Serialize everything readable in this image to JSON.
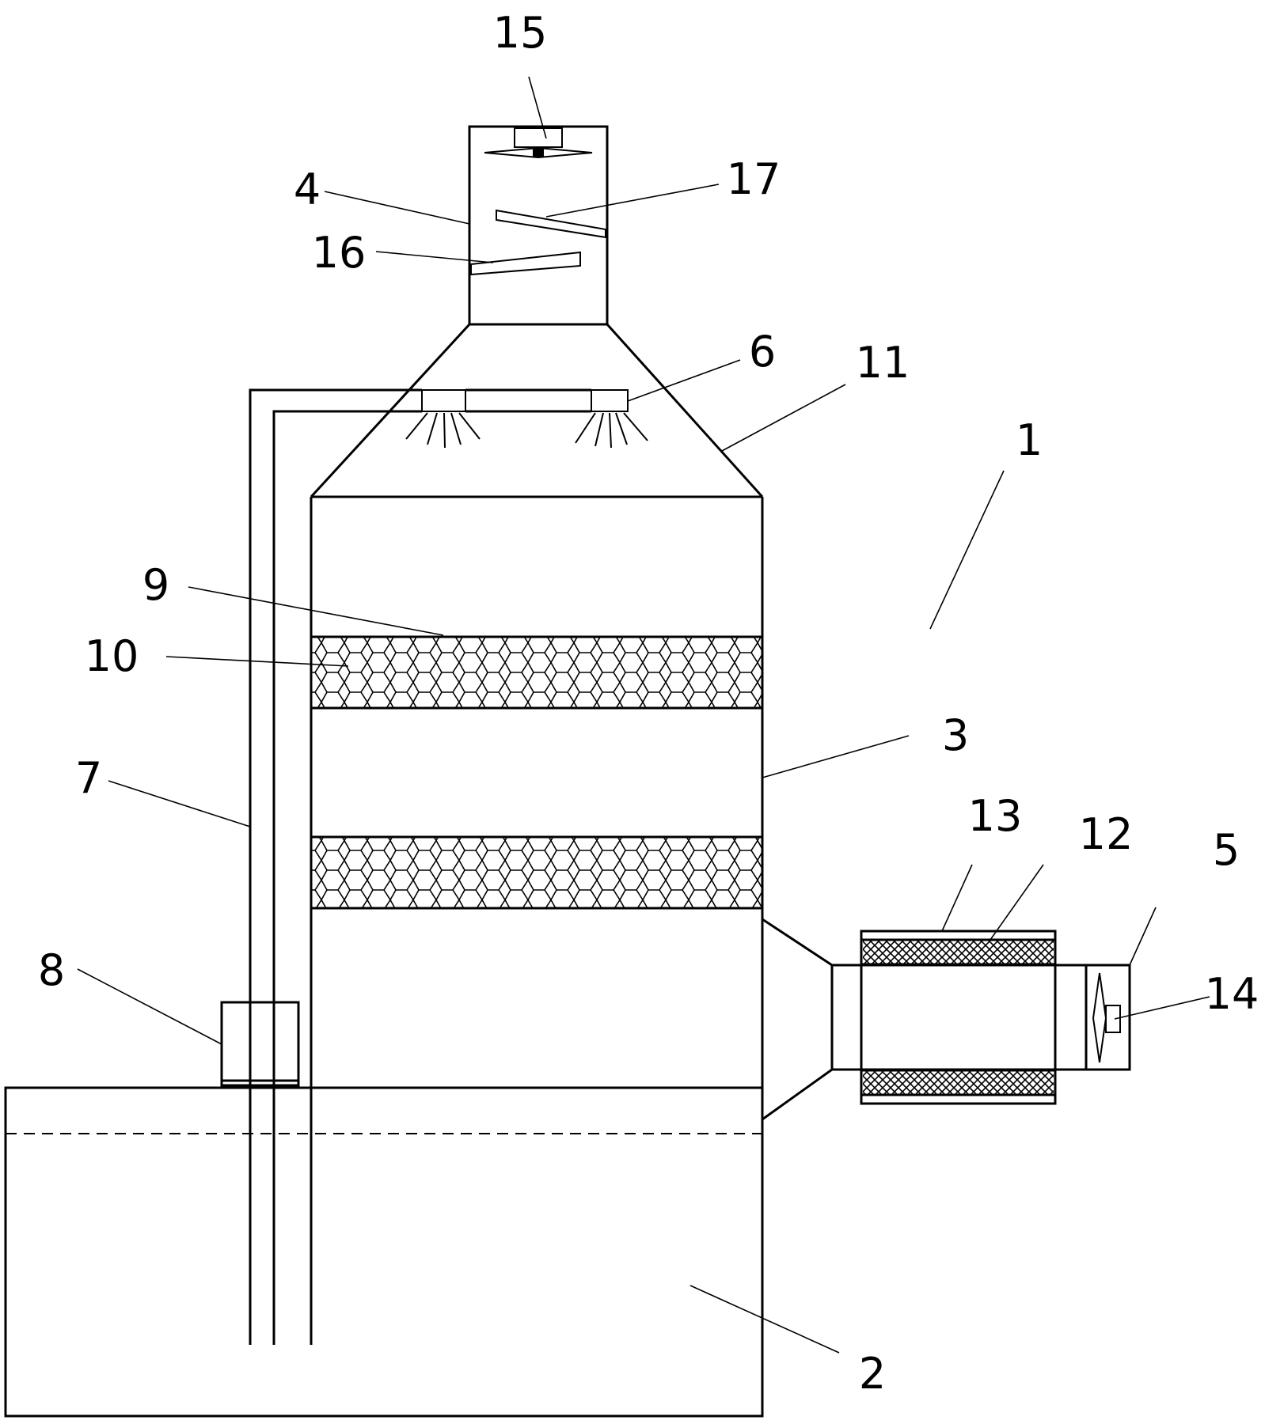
{
  "diagram": {
    "labels": {
      "l1": "1",
      "l2": "2",
      "l3": "3",
      "l4": "4",
      "l5": "5",
      "l6": "6",
      "l7": "7",
      "l8": "8",
      "l9": "9",
      "l10": "10",
      "l11": "11",
      "l12": "12",
      "l13": "13",
      "l14": "14",
      "l15": "15",
      "l16": "16",
      "l17": "17"
    }
  },
  "colors": {
    "stroke": "#000000",
    "background": "#ffffff"
  }
}
